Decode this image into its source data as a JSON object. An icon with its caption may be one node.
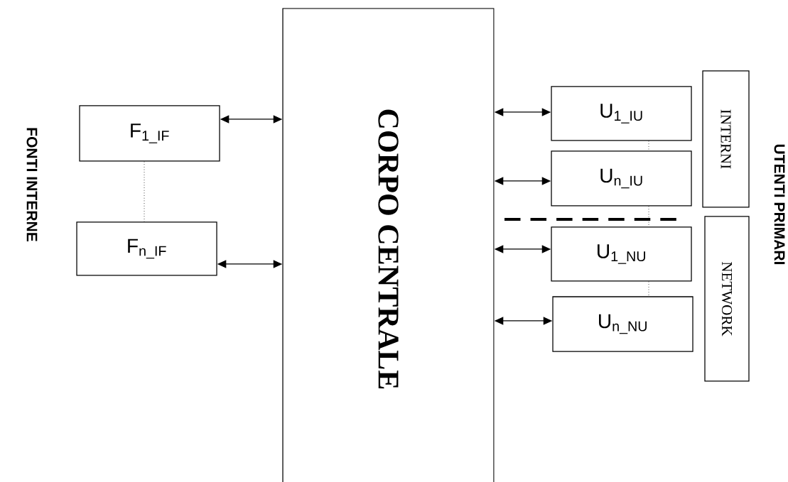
{
  "diagram": {
    "nodes": [
      {
        "text": [
          "CORPO CENTRALE"
        ]
      },
      {
        "text": [
          "F$_{1_IF}$"
        ]
      },
      {
        "text": [
          "F$_{n_IF}$"
        ]
      },
      {
        "text": [
          "U$_{1_IU}$"
        ]
      },
      {
        "text": [
          "U$_{n_IU}$"
        ]
      },
      {
        "text": [
          "U$_{1_NU}$"
        ]
      },
      {
        "text": [
          "U$_{n_NU}$"
        ]
      },
      {
        "text": [
          "INTERNI"
        ]
      },
      {
        "text": [
          "NETWORK"
        ]
      }
    ],
    "edges": [
      {
        "from": 1,
        "to": 0,
        "arrow": "both"
      },
      {
        "from": 2,
        "to": 0,
        "arrow": "both"
      },
      {
        "from": 0,
        "to": 3,
        "arrow": "both"
      },
      {
        "from": 0,
        "to": 4,
        "arrow": "both"
      },
      {
        "from": 0,
        "to": 5,
        "arrow": "both"
      },
      {
        "from": 0,
        "to": 6,
        "arrow": "both"
      },
      {
        "from": 1,
        "to": 2,
        "arrow": "none",
        "style": "dashed"
      },
      {
        "from": 3,
        "to": 4,
        "arrow": "none",
        "style": "dashed"
      },
      {
        "from": 4,
        "to": 5,
        "arrow": "none",
        "style": "dashed"
      },
      {
        "from": 5,
        "to": 6,
        "arrow": "none",
        "style": "dashed"
      }
    ],
    "labels": [
      "FONTI INTERNE",
      "UTENTI PRIMARI"
    ]
  }
}
